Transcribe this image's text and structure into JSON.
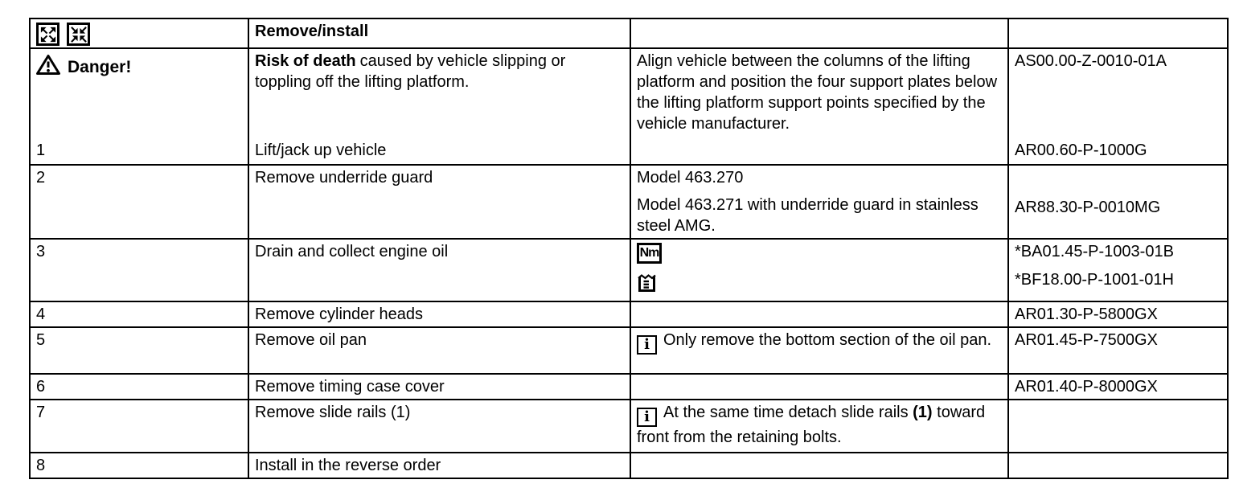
{
  "colors": {
    "background": "#ffffff",
    "text": "#000000",
    "border": "#000000"
  },
  "header": {
    "title": "Remove/install"
  },
  "icons": {
    "header_icons": [
      "expand-all-icon",
      "collapse-all-icon"
    ],
    "nm_label": "Nm",
    "info_label": "i",
    "danger_icon": "warning-triangle-icon",
    "capacity_icon": "capacity-beaker-icon"
  },
  "danger": {
    "label": "Danger!",
    "risk_bold": "Risk of death",
    "risk_rest": "caused by vehicle slipping or toppling off the lifting platform.",
    "instruction": "Align vehicle between the columns of the lifting platform and position the four support plates below the lifting platform support points specified by the vehicle manufacturer.",
    "code": "AS00.00-Z-0010-01A"
  },
  "step1": {
    "num": "1",
    "operation": "Lift/jack up vehicle",
    "code": "AR00.60-P-1000G"
  },
  "steps": {
    "s2": {
      "num": "2",
      "operation": "Remove underride guard",
      "note1": "Model 463.270",
      "note2": "Model 463.271 with underride guard in stainless steel AMG.",
      "code": "AR88.30-P-0010MG"
    },
    "s3": {
      "num": "3",
      "operation": "Drain and collect engine oil",
      "code1": "*BA01.45-P-1003-01B",
      "code2": "*BF18.00-P-1001-01H"
    },
    "s4": {
      "num": "4",
      "operation": "Remove cylinder heads",
      "code": "AR01.30-P-5800GX"
    },
    "s5": {
      "num": "5",
      "operation": "Remove oil pan",
      "note": "Only remove the bottom section of the oil pan.",
      "code": "AR01.45-P-7500GX"
    },
    "s6": {
      "num": "6",
      "operation": "Remove timing case cover",
      "code": "AR01.40-P-8000GX"
    },
    "s7": {
      "num": "7",
      "operation": "Remove slide rails (1)",
      "note_pre": "At the same time detach slide rails ",
      "note_bold": "(1)",
      "note_post": " toward front from the retaining bolts."
    },
    "s8": {
      "num": "8",
      "operation": "Install in the reverse order"
    }
  }
}
